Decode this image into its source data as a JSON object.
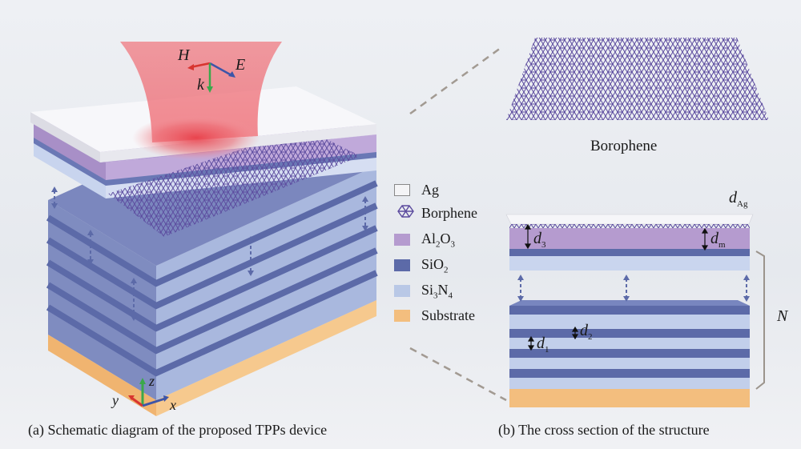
{
  "figure": {
    "left_caption": "(a) Schematic diagram of the proposed TPPs device",
    "right_caption": "(b) The cross section of the structure",
    "borophene_title": "Borophene",
    "legend": [
      {
        "label": "Ag",
        "color": "#f4f4f6"
      },
      {
        "label": "Borphene",
        "color": "#5b4a9e"
      },
      {
        "label": "Al",
        "sub1": "2",
        "mid": "O",
        "sub2": "3",
        "color": "#b59bcf"
      },
      {
        "label": "SiO",
        "sub1": "2",
        "color": "#5c6aa8"
      },
      {
        "label": "Si",
        "sub1": "3",
        "mid": "N",
        "sub2": "4",
        "color": "#b9c8e6"
      },
      {
        "label": "Substrate",
        "color": "#f3be7e"
      }
    ],
    "beam_labels": {
      "H": "H",
      "E": "E",
      "k": "k"
    },
    "axes_labels": {
      "x": "x",
      "y": "y",
      "z": "z"
    },
    "dims": {
      "dAg": "d",
      "dAg_sub": "Ag",
      "d3": "d",
      "d3_sub": "3",
      "dm": "d",
      "dm_sub": "m",
      "d1": "d",
      "d1_sub": "1",
      "d2": "d",
      "d2_sub": "2",
      "N": "N"
    }
  }
}
